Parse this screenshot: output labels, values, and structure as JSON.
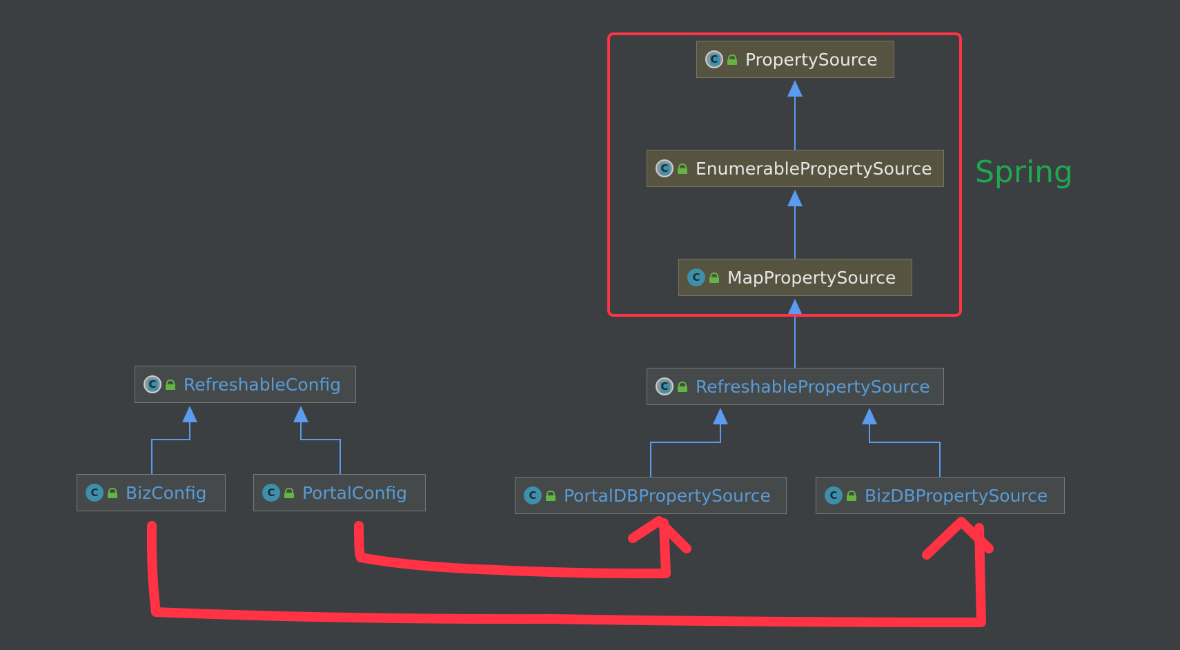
{
  "diagram": {
    "group_label": "Spring",
    "classes": {
      "property_source": "PropertySource",
      "enumerable_property_source": "EnumerablePropertySource",
      "map_property_source": "MapPropertySource",
      "refreshable_property_source": "RefreshablePropertySource",
      "portal_db_property_source": "PortalDBPropertySource",
      "biz_db_property_source": "BizDBPropertySource",
      "refreshable_config": "RefreshableConfig",
      "biz_config": "BizConfig",
      "portal_config": "PortalConfig"
    },
    "class_icon_letter": "C",
    "colors": {
      "background": "#3c3f41",
      "spring_node": "#565340",
      "app_node": "#45494a",
      "app_text": "#5a9bd6",
      "inheritance_arrow": "#5b9bf0",
      "annotation": "#ff3344",
      "spring_label": "#1fa84f"
    }
  }
}
